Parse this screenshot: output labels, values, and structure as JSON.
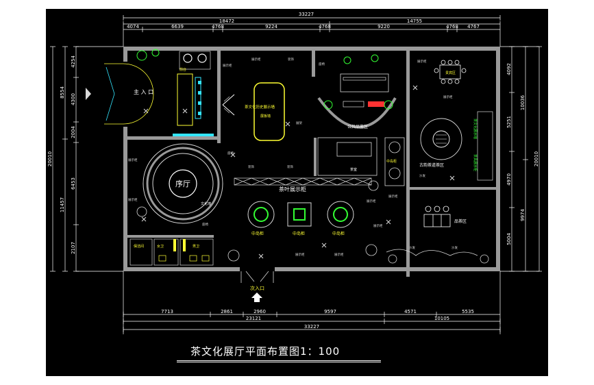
{
  "title": "茶文化展厅平面布置图1：100",
  "dims": {
    "top_total": "33227",
    "top_left": "18472",
    "top_right": "14755",
    "top_seg": [
      "4074",
      "6639",
      "4768",
      "9224",
      "4768",
      "9220",
      "4768",
      "4767"
    ],
    "bottom_total": "33227",
    "bottom_left": "23121",
    "bottom_right": "10105",
    "bottom_seg": [
      "7713",
      "2861",
      "2960",
      "9597",
      "4571",
      "5535"
    ],
    "left_total": "20010",
    "left_upper": "8554",
    "left_lower": "11457",
    "left_seg": [
      "4254",
      "4300",
      "2004",
      "6453",
      "2107"
    ],
    "right_total": "20010",
    "right_upper": "10036",
    "right_lower": "9974",
    "right_seg": [
      "4092",
      "5251",
      "4970",
      "5004"
    ]
  },
  "labels": {
    "main_entrance": "主 入 口",
    "secondary_entrance": "次入口",
    "hall": "序厅",
    "hall_side": "文化墙",
    "tea_display_cabinet": "茶叶展示柜",
    "island1": "中岛柜",
    "island2": "中岛柜",
    "island3": "中岛柜",
    "island4": "中岛柜",
    "history_wall": "茶文化历史展示墙",
    "display_board": "展板墙",
    "public_tasting": "公共品鉴区",
    "tea_room": "茶室",
    "ancient_tea_area": "古韵茶道茶区",
    "tasting_area": "品茶区",
    "vip_room": "贵宾区",
    "tea_culture_right": "茶文化展示墙",
    "tea_set_display": "茶具展示柜",
    "front_desk": "前台",
    "restroom_f": "女卫",
    "restroom_m": "男卫",
    "cleaning": "保洁间",
    "tag_display": "展示柜",
    "tag_plant": "绿植",
    "tag_decor": "装饰",
    "tag_chair": "座椅",
    "tag_sofa": "沙发",
    "tag_shelf": "展架"
  },
  "colors": {
    "background": "#000000",
    "wall": "#9a9a9a",
    "line": "#d9d9d9",
    "dimension": "#ffffff",
    "highlight_yellow": "#ffff33",
    "highlight_green": "#33ff33",
    "highlight_cyan": "#33e6ff",
    "highlight_red": "#ff3333"
  }
}
